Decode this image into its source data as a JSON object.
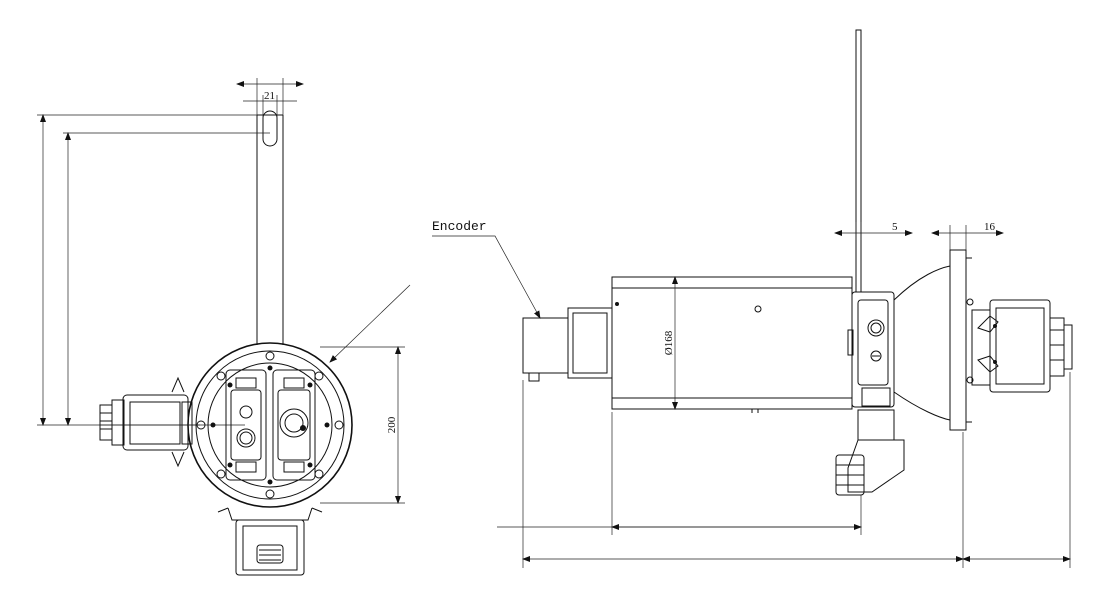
{
  "labels": {
    "encoder": "Encoder"
  },
  "dimensions": {
    "slot_width": "21",
    "flange_height": "200",
    "body_diameter": "Ø168",
    "plate_thickness": "5",
    "flange_thickness": "16"
  }
}
